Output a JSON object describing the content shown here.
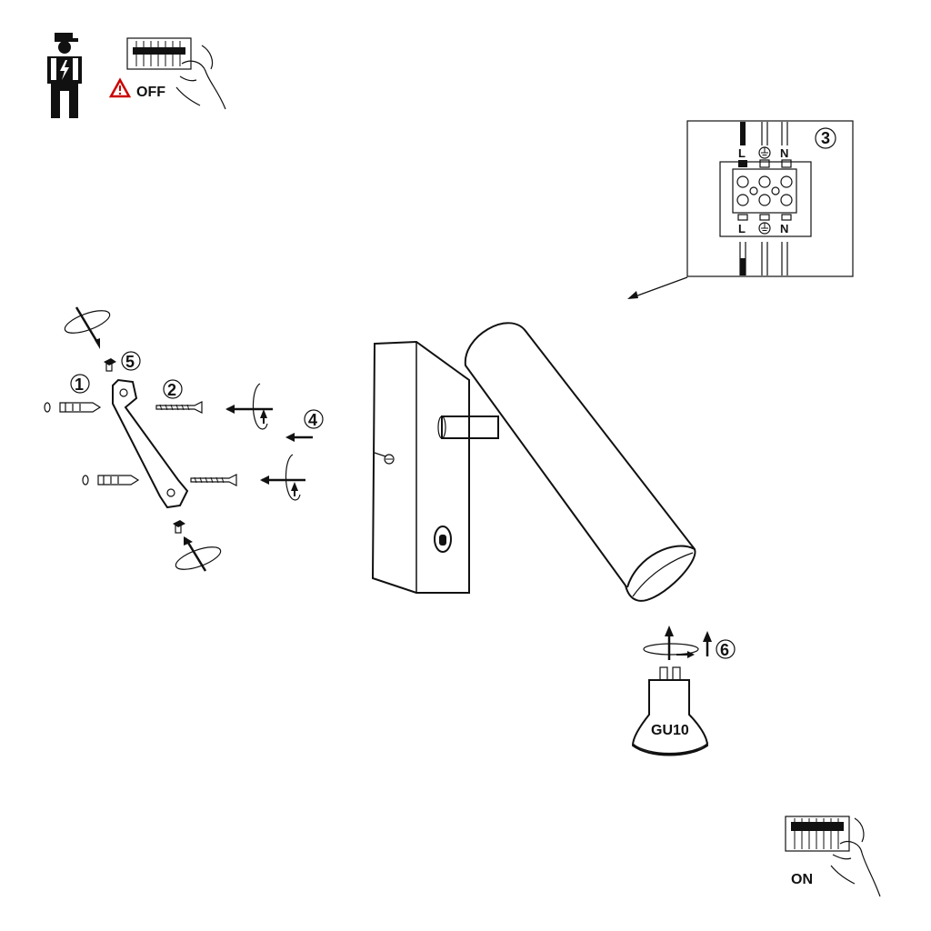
{
  "safety": {
    "off_label": "OFF",
    "on_label": "ON"
  },
  "wiring": {
    "step": "3",
    "top_terminals": [
      "L",
      "",
      "N"
    ],
    "bottom_terminals": [
      "L",
      "",
      "N"
    ],
    "earth_symbol": "earth-icon"
  },
  "steps": {
    "s1": "1",
    "s2": "2",
    "s4": "4",
    "s5": "5",
    "s6": "6"
  },
  "bulb": {
    "type": "GU10"
  },
  "colors": {
    "line": "#111111",
    "background": "#ffffff"
  }
}
